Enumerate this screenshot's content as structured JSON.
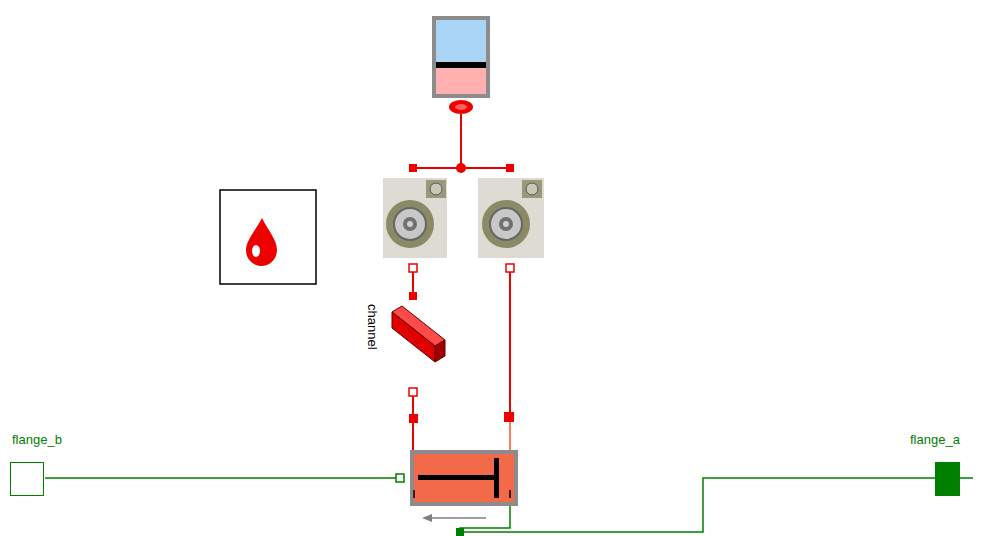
{
  "diagram": {
    "nodes": [
      {
        "text": [
          "channel"
        ]
      },
      {
        "text": [
          "flange_b"
        ]
      },
      {
        "text": [
          "flange_a"
        ]
      }
    ]
  }
}
